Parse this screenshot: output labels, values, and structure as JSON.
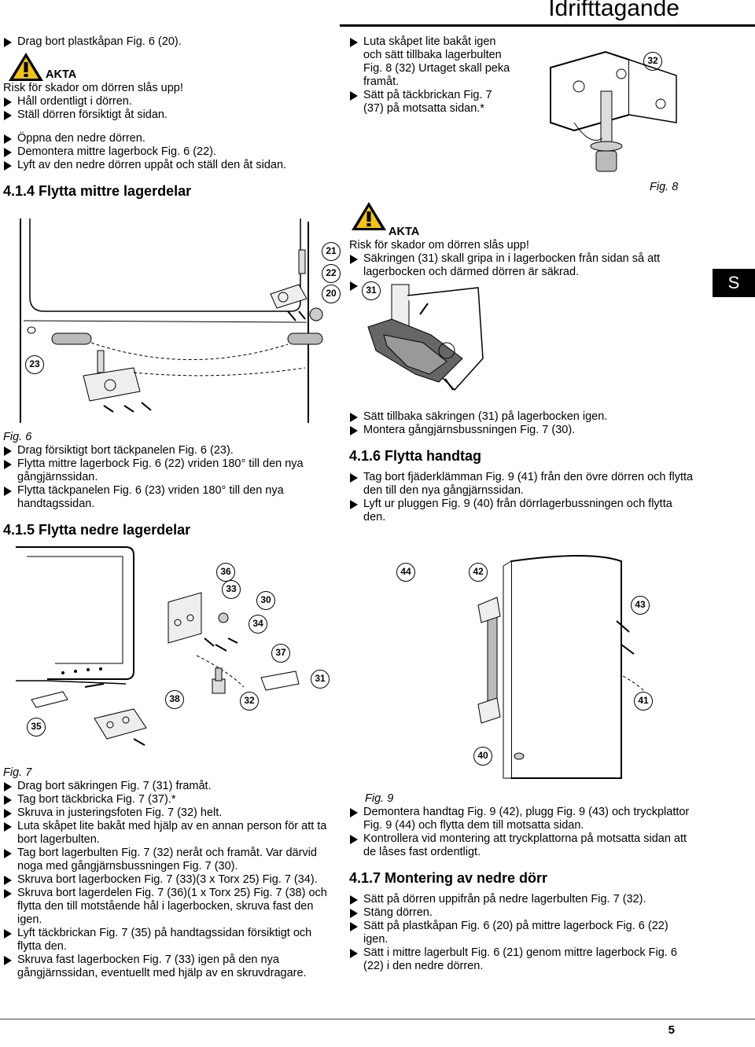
{
  "header": {
    "title": "Idrifttagande"
  },
  "side_tab": "S",
  "page_number": "5",
  "left_top": {
    "step1": "Drag bort plastkåpan Fig. 6 (20).",
    "warn_title": "AKTA",
    "warn_text": "Risk för skador om dörren slås upp!",
    "warn_step1": "Håll ordentligt i dörren.",
    "warn_step2": "Ställ dörren försiktigt åt sidan.",
    "steps": [
      "Öppna den nedre dörren.",
      "Demontera mittre lagerbock Fig. 6 (22).",
      "Lyft av den nedre dörren uppåt och ställ den åt sidan."
    ],
    "heading": "4.1.4 Flytta mittre lagerdelar"
  },
  "fig6": {
    "caption": "Fig. 6",
    "callouts": [
      "21",
      "22",
      "20",
      "23"
    ],
    "steps": [
      "Drag försiktigt bort täckpanelen Fig. 6 (23).",
      "Flytta mittre lagerbock Fig. 6 (22) vriden 180° till den nya gångjärnssidan.",
      "Flytta täckpanelen Fig. 6 (23) vriden 180° till den nya handtagssidan."
    ]
  },
  "heading_415": "4.1.5 Flytta nedre lagerdelar",
  "fig7": {
    "caption": "Fig. 7",
    "callouts": [
      "36",
      "33",
      "30",
      "34",
      "37",
      "31",
      "38",
      "32",
      "35"
    ],
    "steps": [
      "Drag bort säkringen Fig. 7 (31) framåt.",
      "Tag bort täckbricka Fig. 7 (37).*",
      "Skruva in justeringsfoten Fig. 7 (32) helt.",
      "Luta skåpet lite bakåt med hjälp av en annan person för att ta bort lagerbulten.",
      "Tag bort lagerbulten Fig. 7 (32) neråt och framåt. Var därvid noga med gångjärnsbussningen Fig. 7 (30).",
      "Skruva bort lagerbocken Fig. 7 (33)(3 x Torx 25) Fig. 7 (34).",
      "Skruva bort lagerdelen Fig. 7 (36)(1 x Torx 25) Fig. 7 (38) och flytta den till motstående hål i lagerbocken, skruva fast den igen.",
      "Lyft täckbrickan Fig. 7 (35) på handtagssidan försiktigt och flytta den.",
      "Skruva fast lagerbocken Fig. 7 (33) igen på den nya gångjärnssidan, eventuellt med hjälp av en skruvdragare."
    ]
  },
  "right_top": {
    "steps": [
      "Luta skåpet lite bakåt igen och sätt tillbaka lagerbulten Fig. 8 (32) Urtaget skall peka framåt.",
      "Sätt på täckbrickan Fig. 7 (37) på motsatta sidan.*"
    ]
  },
  "fig8": {
    "caption": "Fig. 8",
    "callouts": [
      "32",
      "31"
    ]
  },
  "warn2": {
    "title": "AKTA",
    "text": "Risk för skador om dörren slås upp!",
    "step1": "Säkringen (31) skall gripa in i lagerbocken från sidan så att lagerbocken och därmed dörren är säkrad."
  },
  "right_mid": {
    "steps": [
      "Sätt tillbaka säkringen (31) på lagerbocken igen.",
      "Montera gångjärnsbussningen Fig. 7 (30)."
    ],
    "heading": "4.1.6 Flytta handtag",
    "steps2": [
      "Tag bort fjäderklämman Fig. 9 (41) från den övre dörren och flytta den till den nya gångjärnssidan.",
      "Lyft ur pluggen Fig. 9 (40) från dörrlagerbussningen och flytta den."
    ]
  },
  "fig9": {
    "caption": "Fig. 9",
    "callouts": [
      "44",
      "42",
      "43",
      "41",
      "40"
    ],
    "steps": [
      "Demontera handtag Fig. 9 (42), plugg Fig. 9 (43) och tryckplattor Fig. 9 (44) och flytta dem till motsatta sidan.",
      "Kontrollera vid montering att tryckplattorna på motsatta sidan att de låses fast ordentligt."
    ]
  },
  "heading_417": "4.1.7 Montering av nedre dörr",
  "final_steps": [
    "Sätt på dörren uppifrån på nedre lagerbulten Fig. 7 (32).",
    "Stäng dörren.",
    "Sätt på plastkåpan Fig. 6 (20) på mittre lagerbock Fig. 6 (22) igen.",
    "Sätt i mittre lagerbult Fig. 6 (21) genom mittre lagerbock Fig. 6 (22) i den nedre dörren."
  ]
}
